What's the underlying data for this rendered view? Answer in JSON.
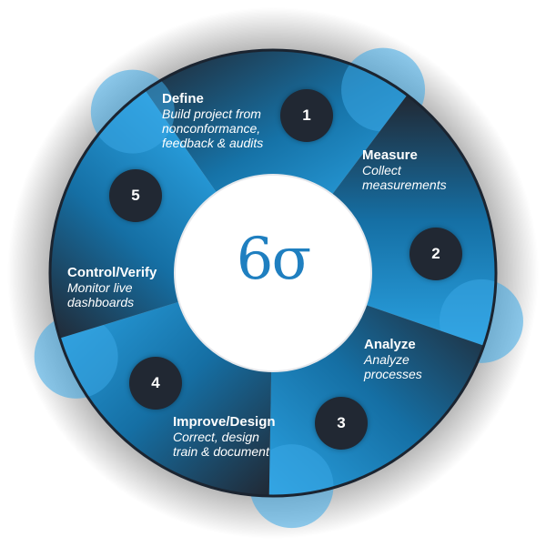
{
  "center": {
    "symbol": "6σ"
  },
  "colors": {
    "dark": "#212833",
    "blue": "#1a8fd0",
    "blue_light": "#3aa8e6",
    "symbol": "#1f7fc0"
  },
  "steps": [
    {
      "number": "1",
      "title": "Define",
      "description": "Build project from\nnonconformance,\nfeedback & audits"
    },
    {
      "number": "2",
      "title": "Measure",
      "description": "Collect\nmeasurements"
    },
    {
      "number": "3",
      "title": "Analyze",
      "description": "Analyze\nprocesses"
    },
    {
      "number": "4",
      "title": "Improve/Design",
      "description": "Correct, design\ntrain & document"
    },
    {
      "number": "5",
      "title": "Control/Verify",
      "description": "Monitor live\ndashboards"
    }
  ]
}
